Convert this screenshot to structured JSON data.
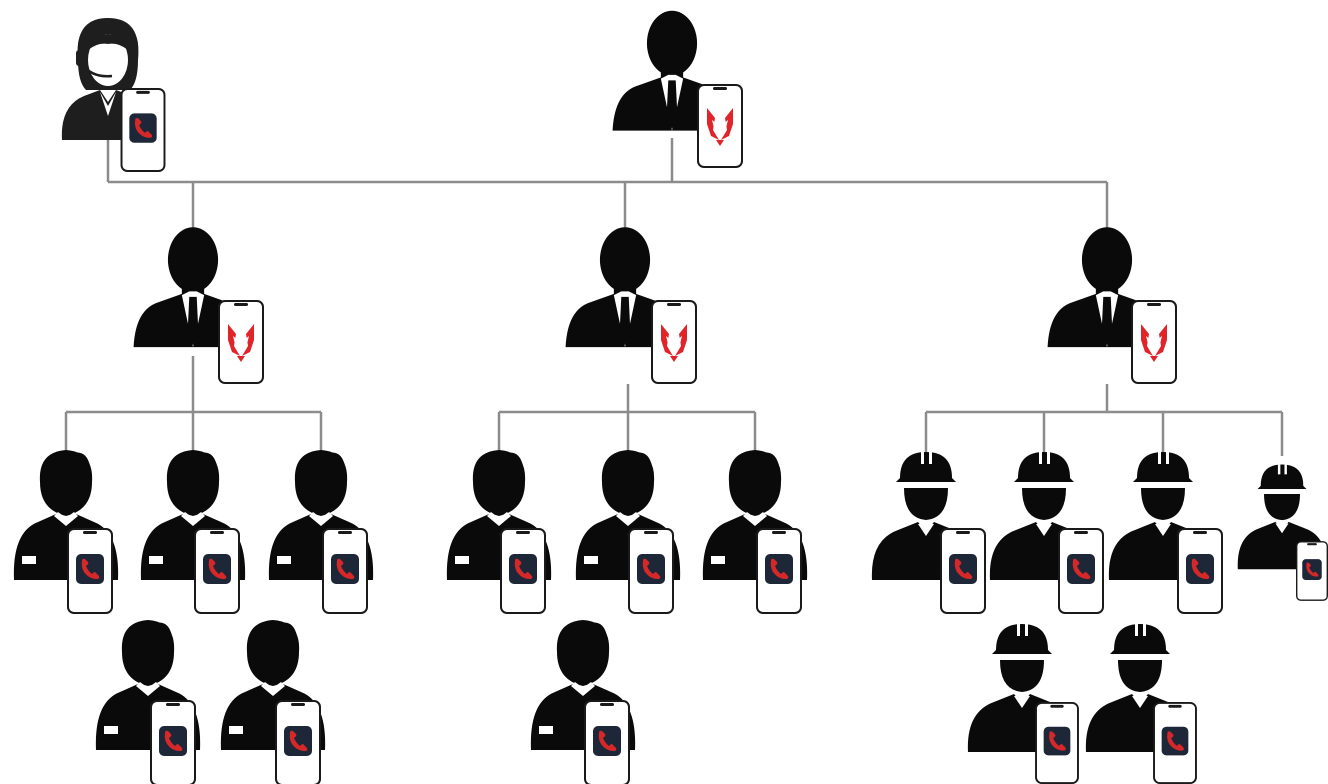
{
  "diagram": {
    "type": "org-hierarchy",
    "colors": {
      "connector": "#8c8c8c",
      "silhouette": "#0a0a0a",
      "phone_frame": "#1a1a1a",
      "call_app_tile": "#1e2738",
      "call_app_glyph": "#d62828",
      "brand_logo": "#e0242a"
    },
    "icons": {
      "woman": "woman-headset-icon",
      "executive": "businessman-icon",
      "staff": "staff-person-icon",
      "worker": "hardhat-worker-icon",
      "call_phone": "phone-call-app-icon",
      "brand_phone": "phone-brand-logo-icon"
    },
    "nodes": [
      {
        "id": "dispatcher",
        "role": "woman",
        "phone": "call_phone"
      },
      {
        "id": "director",
        "role": "executive",
        "phone": "brand_phone"
      },
      {
        "id": "manager-1",
        "role": "executive",
        "phone": "brand_phone",
        "parent": "director"
      },
      {
        "id": "manager-2",
        "role": "executive",
        "phone": "brand_phone",
        "parent": "director"
      },
      {
        "id": "manager-3",
        "role": "executive",
        "phone": "brand_phone",
        "parent": "director"
      },
      {
        "id": "staff-1-1",
        "role": "staff",
        "phone": "call_phone",
        "parent": "manager-1"
      },
      {
        "id": "staff-1-2",
        "role": "staff",
        "phone": "call_phone",
        "parent": "manager-1"
      },
      {
        "id": "staff-1-3",
        "role": "staff",
        "phone": "call_phone",
        "parent": "manager-1"
      },
      {
        "id": "staff-1-4",
        "role": "staff",
        "phone": "call_phone",
        "parent": "manager-1"
      },
      {
        "id": "staff-1-5",
        "role": "staff",
        "phone": "call_phone",
        "parent": "manager-1"
      },
      {
        "id": "staff-2-1",
        "role": "staff",
        "phone": "call_phone",
        "parent": "manager-2"
      },
      {
        "id": "staff-2-2",
        "role": "staff",
        "phone": "call_phone",
        "parent": "manager-2"
      },
      {
        "id": "staff-2-3",
        "role": "staff",
        "phone": "call_phone",
        "parent": "manager-2"
      },
      {
        "id": "staff-2-4",
        "role": "staff",
        "phone": "call_phone",
        "parent": "manager-2"
      },
      {
        "id": "worker-3-1",
        "role": "worker",
        "phone": "call_phone",
        "parent": "manager-3"
      },
      {
        "id": "worker-3-2",
        "role": "worker",
        "phone": "call_phone",
        "parent": "manager-3"
      },
      {
        "id": "worker-3-3",
        "role": "worker",
        "phone": "call_phone",
        "parent": "manager-3"
      },
      {
        "id": "worker-3-4",
        "role": "worker",
        "phone": "call_phone",
        "parent": "manager-3"
      },
      {
        "id": "worker-3-5",
        "role": "worker",
        "phone": "call_phone",
        "parent": "manager-3"
      },
      {
        "id": "worker-3-6",
        "role": "worker",
        "phone": "call_phone",
        "parent": "manager-3"
      }
    ]
  }
}
